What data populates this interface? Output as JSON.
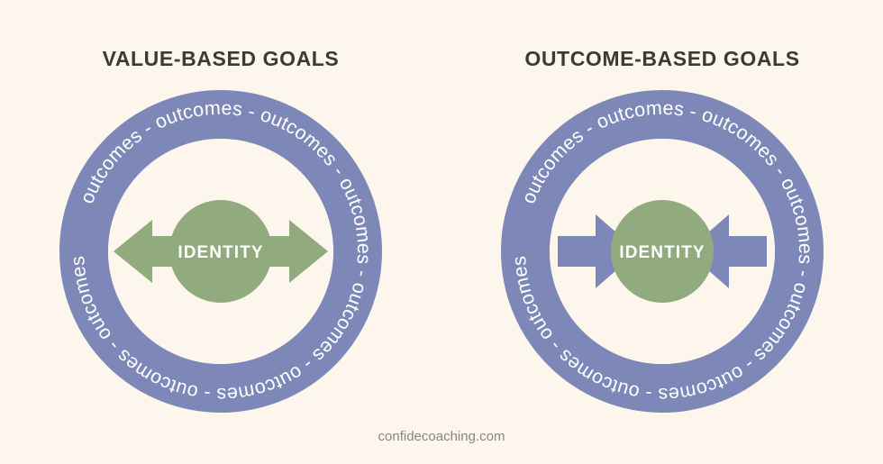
{
  "background_color": "#fdf6ec",
  "colors": {
    "ring": "#7d87b8",
    "ring_text": "#ffffff",
    "identity_circle": "#91aa7e",
    "identity_text": "#ffffff",
    "title_text": "#3a3a38",
    "footer_text": "#8a857c",
    "inner_field": "#fdf6ec"
  },
  "panels": [
    {
      "id": "value-based",
      "title": "VALUE-BASED GOALS",
      "ring_label": "outcomes",
      "ring_separator": "-",
      "ring_text_repeats": 8,
      "center_label": "IDENTITY",
      "arrow_direction": "outward",
      "arrow_color": "#91aa7e",
      "arrow_count": 2,
      "arrow_description": "double-headed arrow pointing outward from IDENTITY toward the outcomes ring"
    },
    {
      "id": "outcome-based",
      "title": "OUTCOME-BASED GOALS",
      "ring_label": "outcomes",
      "ring_separator": "-",
      "ring_text_repeats": 8,
      "center_label": "IDENTITY",
      "arrow_direction": "inward",
      "arrow_color": "#7d87b8",
      "arrow_count": 2,
      "arrow_description": "two arrows pointing inward from the outcomes ring toward IDENTITY"
    }
  ],
  "footer": {
    "text": "confidecoaching.com"
  }
}
